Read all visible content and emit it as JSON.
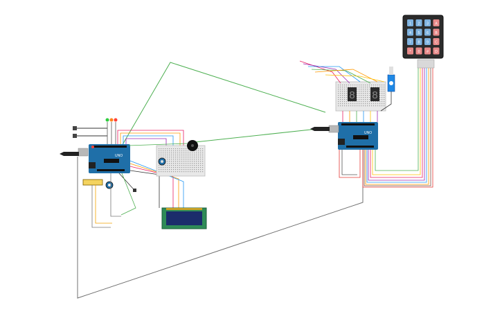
{
  "canvas": {
    "background": "#ffffff"
  },
  "components": {
    "arduino_left": {
      "icon": "arduino-uno-board-icon",
      "label": "UNO",
      "color": "#1f6fa8"
    },
    "arduino_right": {
      "icon": "arduino-uno-board-icon",
      "label": "UNO",
      "color": "#1f6fa8"
    },
    "keypad": {
      "icon": "keypad-4x4-icon",
      "keys": [
        "1",
        "2",
        "3",
        "A",
        "4",
        "5",
        "6",
        "B",
        "7",
        "8",
        "9",
        "C",
        "*",
        "0",
        "#",
        "D"
      ]
    },
    "seven_segment": {
      "icon": "seven-segment-display-icon",
      "digits": [
        "8",
        "8"
      ]
    },
    "lcd": {
      "icon": "lcd-16x2-icon"
    },
    "buzzer": {
      "icon": "piezo-buzzer-icon"
    },
    "servo": {
      "icon": "servo-motor-icon"
    },
    "leds": {
      "icon": "led-icon",
      "colors": [
        "#2ecc40",
        "#ff851b",
        "#ff4136"
      ]
    }
  },
  "colors": {
    "board": "#1f6fa8",
    "breadboard": "#e8e8e8",
    "wire_green": "#4caf50",
    "wire_gray": "#707070",
    "lcd_screen": "#1b2d6b",
    "lcd_frame": "#2e8b57",
    "keypad_body": "#2b2b2b",
    "keypad_key_blue": "#7fb3e0",
    "keypad_key_red": "#e88a8a"
  }
}
